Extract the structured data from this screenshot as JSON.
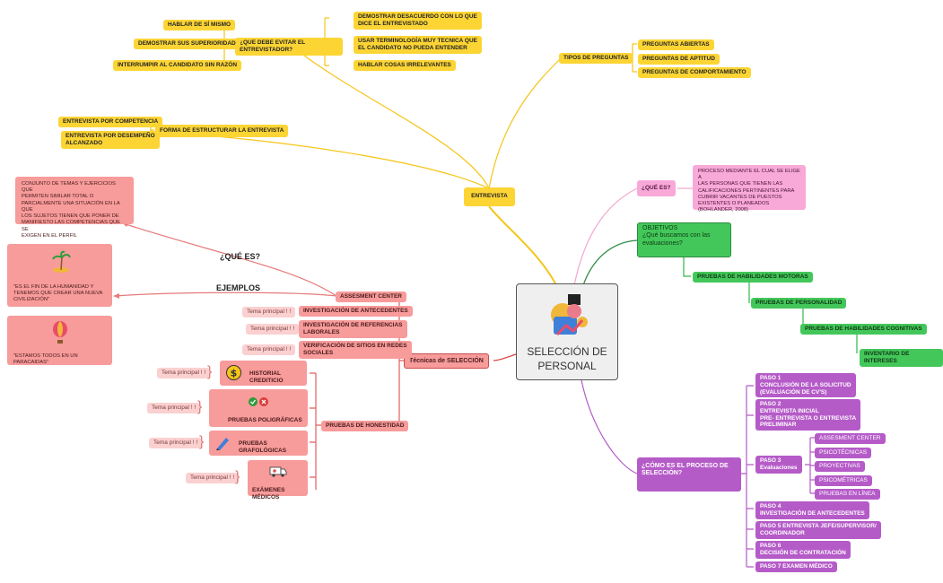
{
  "center": {
    "title": "SELECCIÓN DE\nPERSONAL"
  },
  "entrevista": {
    "label": "ENTREVISTA",
    "evitar": {
      "label": "¿QUE DEBE EVITAR EL ENTREVISTADOR?",
      "left": [
        "HABLAR DE SÍ MISMO",
        "DEMOSTRAR SUS SUPERIORIDAD",
        "INTERRUMPIR AL CANDIDATO SIN RAZÓN"
      ],
      "right": [
        "DEMOSTRAR DESACUERDO CON LO QUE\nDICE EL ENTREVISTADO",
        "USAR TERMINOLOGÍA MUY TECNICA QUE\nEL CANDIDATO NO PUEDA ENTENDER",
        "HABLAR COSAS IRRELEVANTES"
      ]
    },
    "tipos": {
      "label": "TIPOS DE PREGUNTAS",
      "items": [
        "PREGUNTAS ABIERTAS",
        "PREGUNTAS DE APTITUD",
        "PREGUNTAS DE COMPORTAMIENTO"
      ]
    },
    "forma": {
      "label": "FORMA DE ESTRUCTURAR LA ENTREVISTA",
      "items": [
        "ENTREVISTA POR COMPETENCIA",
        "ENTREVISTA POR DESEMPEÑO\nALCANZADO"
      ]
    }
  },
  "que_es": {
    "label": "¿QUÉ ES?",
    "text": "PROCESO MEDIANTE EL CUAL SE ELIGE A\nLAS PERSONAS QUE TIENEN LAS\nCALIFICACIONES PERTINENTES PARA\nCUBRIR VACANTES DE PUESTOS\nEXISTENTES O PLANEADOS\n(BOHLANDER, 2008)"
  },
  "objetivos": {
    "label": "OBJETIVOS\n¿Qué buscamos con las\nevaluaciones?",
    "items": [
      "PRUEBAS DE HABILIDADES MOTORAS",
      "PRUEBAS DE PERSONALIDAD",
      "PRUEBAS DE HABILIDADES COGNITIVAS",
      "INVENTARIO DE INTERESES"
    ]
  },
  "proceso": {
    "label": "¿CÓMO ES EL PROCESO DE\nSELECCIÓN?",
    "pasos": [
      "PASO 1\nCONCLUSIÓN DE LA SOLICITUD\n     (EVALUACIÓN DE CV'S)",
      "PASO 2\nENTREVISTA INICIAL\nPRE- ENTREVISTA O ENTREVISTA\nPRELIMINAR",
      "PASO 3\nEvaluaciones",
      "PASO 4\nINVESTIGACIÓN DE ANTECEDENTES",
      "PASO 5 ENTREVISTA JEFE/SUPERVISOR/\nCOORDINADOR",
      "PASO 6\nDECISIÓN DE CONTRATACIÓN",
      "PASO 7 EXAMEN MÉDICO"
    ],
    "evaluaciones": [
      "ASSESMENT CENTER",
      "PSICOTÉCNICAS",
      "PROYECTIVAS",
      "PSICOMÉTRICAS",
      "PRUEBAS EN LÍNEA"
    ]
  },
  "tecnicas": {
    "label": "Técnicas de SELECCIÓN",
    "assesment": "ASSESMENT CENTER",
    "que_es": "¿QUÉ ES?",
    "que_es_text": "CONJUNTO DE TEMAS Y EJERCICIOS QUE\nPERMITEN SIMILAR TOTAL O\nPARCIALMENTE UNA SITUACIÓN EN LA QUE\nLOS SUJETOS TIENEN QUE PONER DE\nMANIFIESTO LAS COMPETENCIAS QUE SE\nEXIGEN EN EL PERFIL",
    "ejemplos": "EJEMPLOS",
    "ejemplo1": "\"ES EL FIN DE LA HUMANIDAD Y\nTENEMOS QUE CREAR UNA NUEVA\nCIVILIZACIÓN\"",
    "ejemplo2": "\"ESTAMOS TODOS EN UN PARACAIDAS\"",
    "items": [
      "INVESTIGACIÓN DE ANTECEDENTES",
      "INVESTIGACIÓN DE REFERENCIAS\nLABORALES",
      "VERIFICACIÓN DE SITIOS EN REDES\nSOCIALES"
    ],
    "honestidad": "PRUEBAS DE HONESTIDAD",
    "honest_items": [
      "HISTORIAL CREDITICIO",
      "PRUEBAS POLIGRÁFICAS",
      "PRUEBAS GRAFOLÓGICAS",
      "EXÁMENES MÉDICOS"
    ],
    "tema": "Tema principal ! !"
  },
  "colors": {
    "yellow": "#fcd535",
    "red": "#f79b9b",
    "green": "#44c75a",
    "purple": "#b55bc8",
    "pink": "#f8a9d8"
  }
}
